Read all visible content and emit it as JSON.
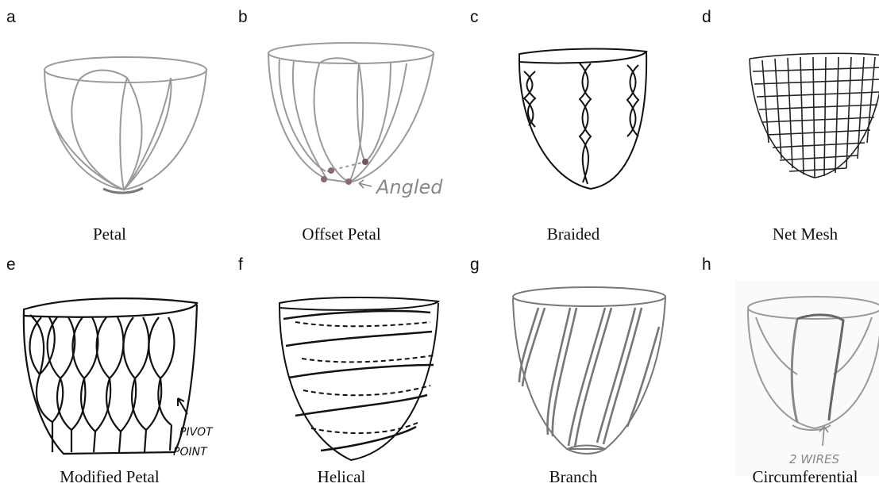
{
  "panels": [
    {
      "letter": "a",
      "caption": "Petal"
    },
    {
      "letter": "b",
      "caption": "Offset Petal",
      "annotation": "Angled"
    },
    {
      "letter": "c",
      "caption": "Braided"
    },
    {
      "letter": "d",
      "caption": "Net Mesh"
    },
    {
      "letter": "e",
      "caption": "Modified Petal",
      "annotation": [
        "PIVOT",
        "POINT"
      ]
    },
    {
      "letter": "f",
      "caption": "Helical"
    },
    {
      "letter": "g",
      "caption": "Branch"
    },
    {
      "letter": "h",
      "caption": "Circumferential",
      "annotation": "2 WIRES"
    }
  ]
}
